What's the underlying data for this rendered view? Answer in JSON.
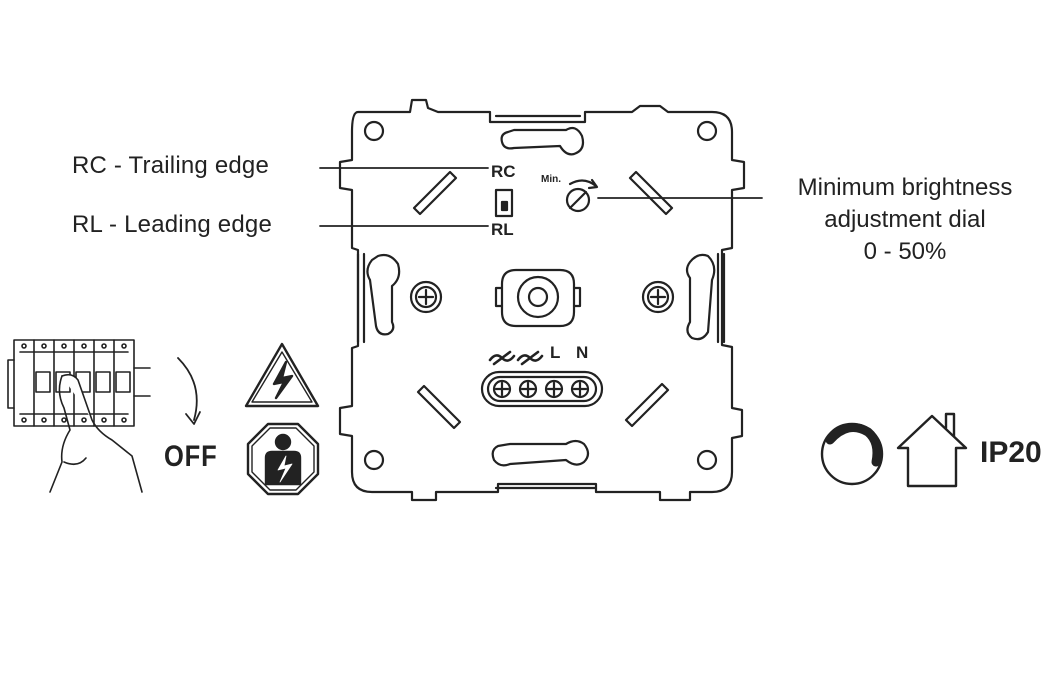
{
  "labels": {
    "rc_trailing": "RC - Trailing edge",
    "rl_leading": "RL - Leading edge",
    "rc_short": "RC",
    "rl_short": "RL",
    "min_small": "Min.",
    "min_brightness_line1": "Minimum brightness",
    "min_brightness_line2": "adjustment dial",
    "min_brightness_line3": "0 - 50%",
    "terminal_l": "L",
    "terminal_n": "N",
    "off": "OFF",
    "ip_rating": "IP20"
  },
  "icons": {
    "breaker": "circuit-breaker-hand-icon",
    "rotate_arrow": "curved-arrow-icon",
    "warning": "high-voltage-warning-icon",
    "electrician": "qualified-electrician-icon",
    "dimmer": "dimmer-dial-icon",
    "indoor": "indoor-house-icon"
  },
  "colors": {
    "line": "#222222",
    "background": "#ffffff"
  }
}
